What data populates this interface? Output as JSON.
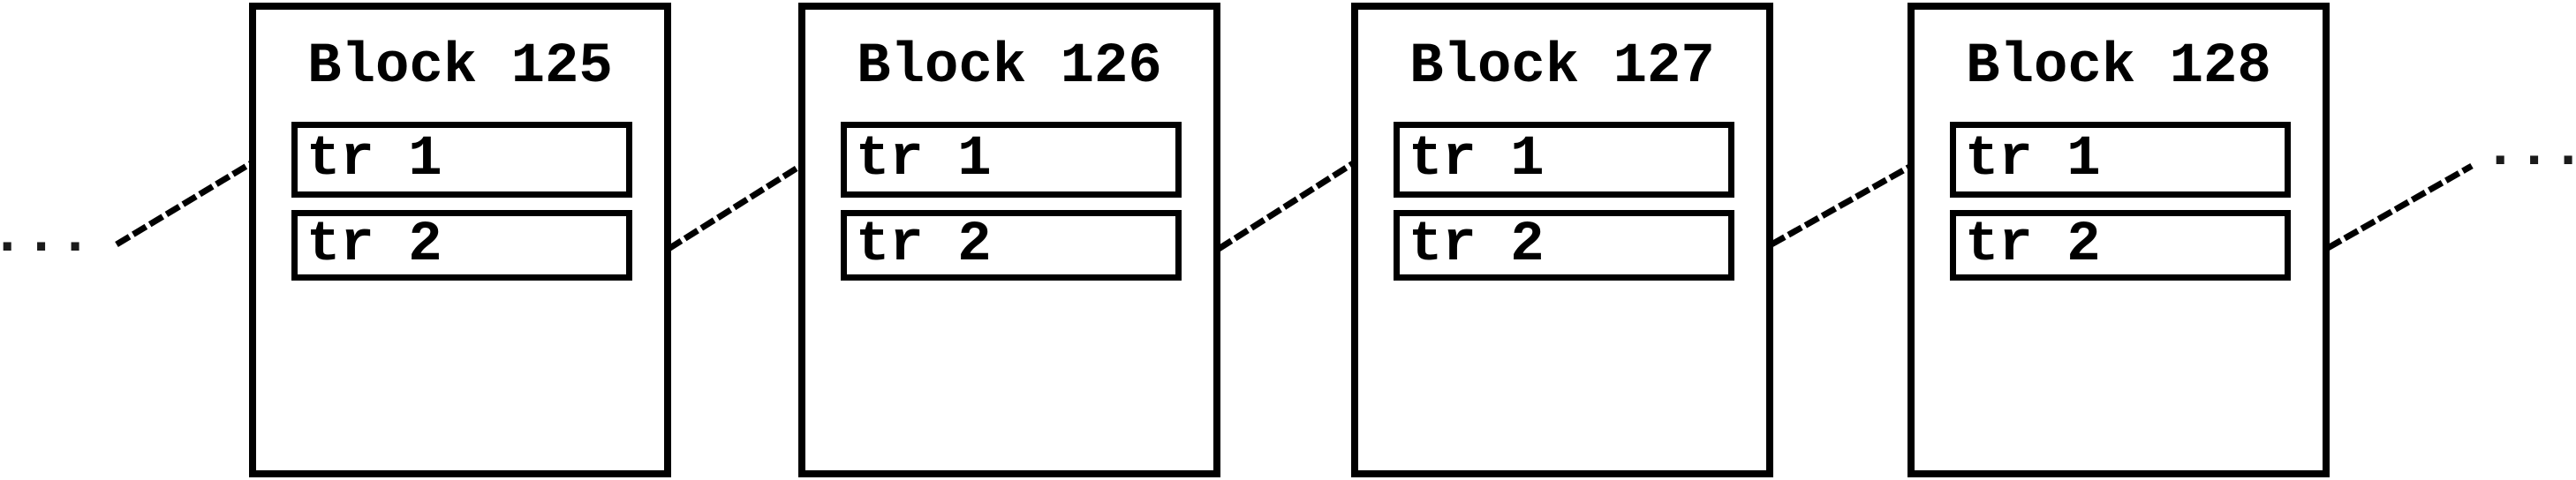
{
  "diagram": {
    "type": "blockchain-linked-list",
    "blocks": [
      {
        "title": "Block 125",
        "transactions": [
          "tr 1",
          "tr 2"
        ]
      },
      {
        "title": "Block 126",
        "transactions": [
          "tr 1",
          "tr 2"
        ]
      },
      {
        "title": "Block 127",
        "transactions": [
          "tr 1",
          "tr 2"
        ]
      },
      {
        "title": "Block 128",
        "transactions": [
          "tr 1",
          "tr 2"
        ]
      }
    ],
    "ellipsis_left": "...",
    "ellipsis_right": "...",
    "colors": {
      "background": "#ffffff",
      "border": "#000000",
      "text": "#000000",
      "link_line": "#000000"
    }
  }
}
